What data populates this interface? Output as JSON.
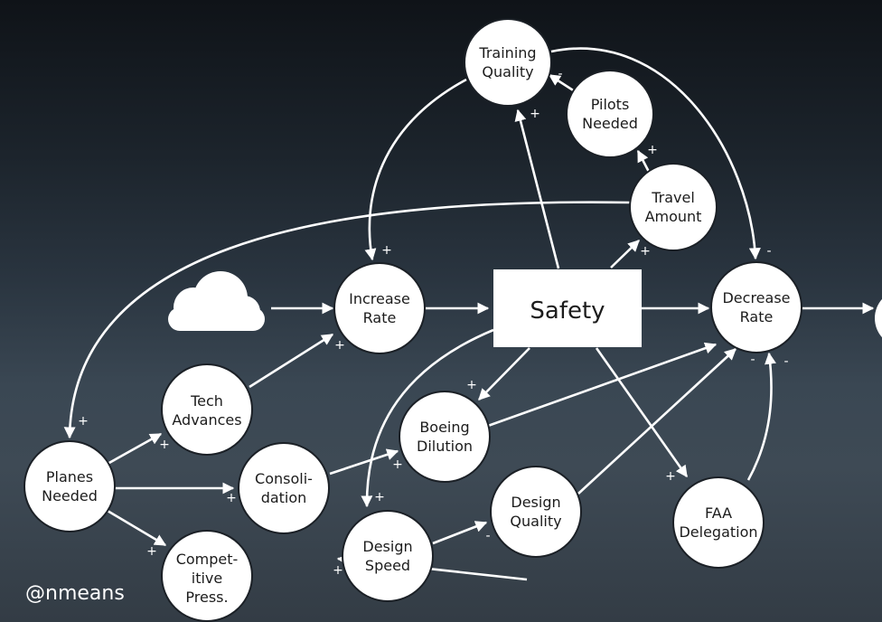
{
  "nodes": {
    "training_quality": [
      "Training",
      "Quality"
    ],
    "pilots_needed": [
      "Pilots",
      "Needed"
    ],
    "travel_amount": [
      "Travel",
      "Amount"
    ],
    "increase_rate": [
      "Increase",
      "Rate"
    ],
    "safety": [
      "Safety"
    ],
    "decrease_rate": [
      "Decrease",
      "Rate"
    ],
    "tech_advances": [
      "Tech",
      "Advances"
    ],
    "boeing_dilution": [
      "Boeing",
      "Dilution"
    ],
    "planes_needed": [
      "Planes",
      "Needed"
    ],
    "consolidation": [
      "Consoli-",
      "dation"
    ],
    "design_quality": [
      "Design",
      "Quality"
    ],
    "faa_delegation": [
      "FAA",
      "Delegation"
    ],
    "design_speed": [
      "Design",
      "Speed"
    ],
    "competitive_pressure": [
      "Compet-",
      "itive",
      "Press."
    ]
  },
  "edges": [
    {
      "from": "cloud",
      "to": "increase_rate",
      "polarity": ""
    },
    {
      "from": "increase_rate",
      "to": "safety",
      "polarity": ""
    },
    {
      "from": "safety",
      "to": "decrease_rate",
      "polarity": ""
    },
    {
      "from": "decrease_rate",
      "to": "outflow",
      "polarity": ""
    },
    {
      "from": "safety",
      "to": "training_quality",
      "polarity": "+"
    },
    {
      "from": "pilots_needed",
      "to": "training_quality",
      "polarity": "-"
    },
    {
      "from": "travel_amount",
      "to": "pilots_needed",
      "polarity": "+"
    },
    {
      "from": "safety",
      "to": "travel_amount",
      "polarity": "+"
    },
    {
      "from": "training_quality",
      "to": "increase_rate",
      "polarity": "+"
    },
    {
      "from": "training_quality",
      "to": "decrease_rate",
      "polarity": "-"
    },
    {
      "from": "travel_amount",
      "to": "planes_needed",
      "polarity": "+"
    },
    {
      "from": "tech_advances",
      "to": "increase_rate",
      "polarity": "+"
    },
    {
      "from": "planes_needed",
      "to": "tech_advances",
      "polarity": "+"
    },
    {
      "from": "planes_needed",
      "to": "consolidation",
      "polarity": "+"
    },
    {
      "from": "planes_needed",
      "to": "competitive_pressure",
      "polarity": "+"
    },
    {
      "from": "consolidation",
      "to": "boeing_dilution",
      "polarity": "+"
    },
    {
      "from": "safety",
      "to": "boeing_dilution",
      "polarity": "+"
    },
    {
      "from": "safety",
      "to": "design_speed",
      "polarity": "+"
    },
    {
      "from": "competitive_pressure",
      "to": "design_speed",
      "polarity": "+"
    },
    {
      "from": "design_speed",
      "to": "design_quality",
      "polarity": "-"
    },
    {
      "from": "safety",
      "to": "faa_delegation",
      "polarity": "+"
    },
    {
      "from": "boeing_dilution",
      "to": "decrease_rate",
      "polarity": "-"
    },
    {
      "from": "design_quality",
      "to": "decrease_rate",
      "polarity": "-"
    },
    {
      "from": "faa_delegation",
      "to": "decrease_rate",
      "polarity": "-"
    }
  ],
  "credit": "@nmeans",
  "colors": {
    "node_fill": "#ffffff",
    "edge": "#ffffff",
    "text": "#1c1c1c"
  }
}
